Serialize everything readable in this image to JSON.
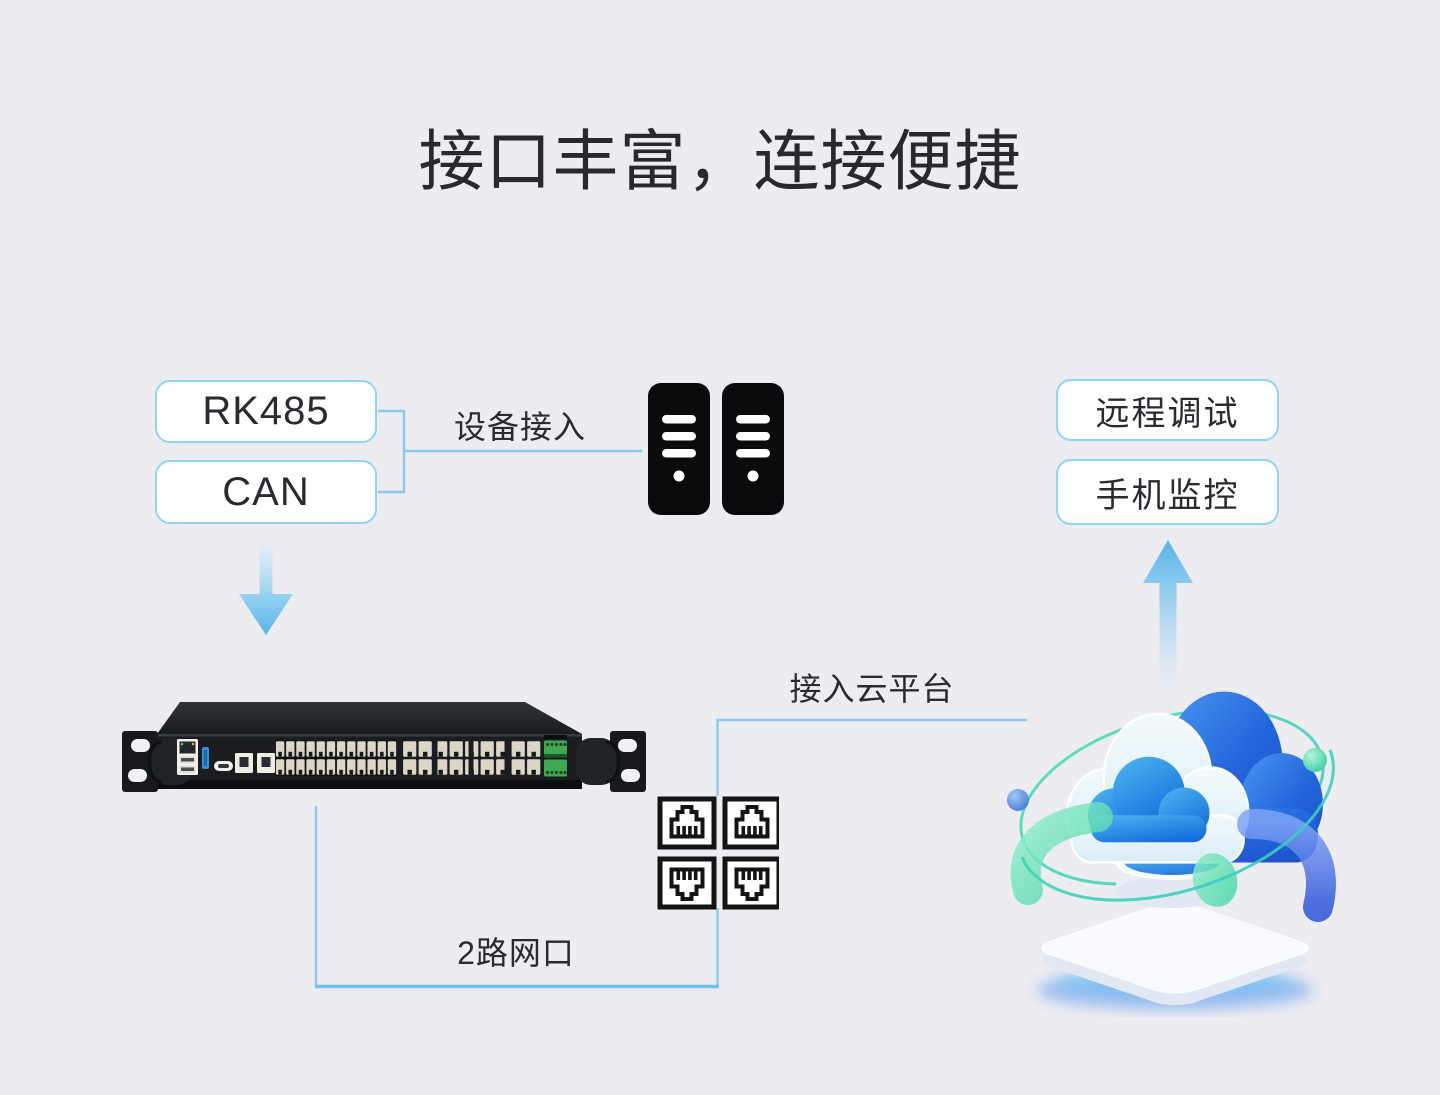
{
  "page": {
    "title": "接口丰富，连接便捷"
  },
  "left_group": {
    "boxes": [
      {
        "label": "RK485"
      },
      {
        "label": "CAN"
      }
    ],
    "connector_label": "设备接入"
  },
  "right_group": {
    "boxes": [
      {
        "label": "远程调试"
      },
      {
        "label": "手机监控"
      }
    ]
  },
  "cloud_connection": {
    "label": "接入云平台"
  },
  "network_ports": {
    "label": "2路网口",
    "port_icon_count": 4
  },
  "icons": {
    "servers": "server-towers-icon",
    "ethernet_port": "ethernet-port-icon",
    "down_arrow": "down-arrow-icon",
    "up_arrow": "up-arrow-icon",
    "device": "rackmount-switch-image",
    "cloud": "cloud-platform-illustration"
  },
  "colors": {
    "background": "#ECECF1",
    "box_border": "#8FD4F4",
    "connector_line": "#87CBEF",
    "arrow_blue": "#57B6EA",
    "title_text": "#28282D"
  }
}
